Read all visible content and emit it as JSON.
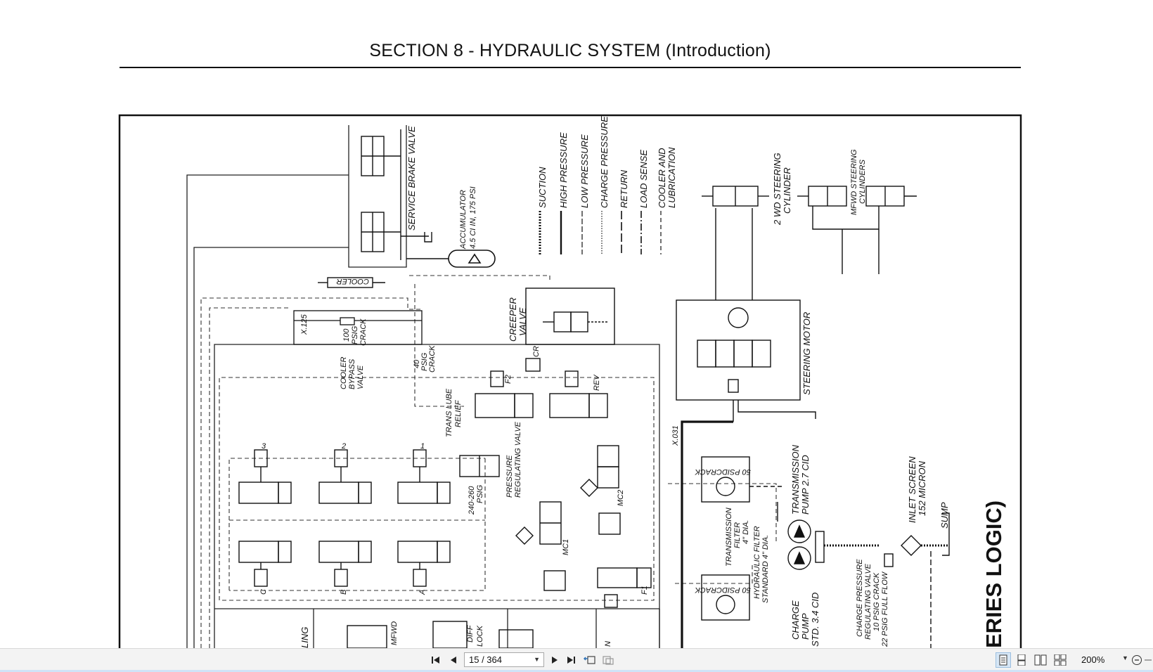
{
  "document": {
    "title": "SECTION 8 - HYDRAULIC SYSTEM (Introduction)",
    "rotated_caption": "ERIES LOGIC)"
  },
  "schematic": {
    "legend": [
      "SUCTION",
      "HIGH PRESSURE",
      "LOW PRESSURE",
      "CHARGE PRESSURE",
      "RETURN",
      "LOAD SENSE",
      "COOLER AND",
      "LUBRICATION"
    ],
    "labels": {
      "service_brake_valve": "SERVICE BRAKE VALVE",
      "accumulator_1": "ACCUMULATOR",
      "accumulator_2": "4.5 CI IN, 175 PSI",
      "cooler": "COOLER",
      "cooler_bypass_1": "COOLER",
      "cooler_bypass_2": "BYPASS",
      "cooler_bypass_3": "VALVE",
      "psig_100_a": "100",
      "psig_100_b": "PSIG",
      "psig_100_c": "CRACK",
      "x125": "X.125",
      "creeper_1": "CREEPER",
      "creeper_2": "VALVE",
      "cr": "CR",
      "trans_lube_1": "TRANS LUBE",
      "trans_lube_2": "RELIEF",
      "psig40_a": "40",
      "psig40_b": "PSIG",
      "psig40_c": "CRACK",
      "f2": "F2",
      "rev": "REV",
      "x031": "X.031",
      "pressure_reg_1": "PRESSURE",
      "pressure_reg_2": "REGULATING VALVE",
      "psig240_1": "240-260",
      "psig240_2": "PSIG",
      "mc2": "MC2",
      "mc1": "MC1",
      "f1": "F1",
      "sol_3": "3",
      "sol_2": "2",
      "sol_1": "1",
      "sol_c": "C",
      "sol_b": "B",
      "sol_a": "A",
      "steering_2wd_1": "2 WD STEERING",
      "steering_2wd_2": "CYLINDER",
      "steering_mfwd_1": "MFWD STEERING",
      "steering_mfwd_2": "CYLINDERS",
      "steering_motor": "STEERING MOTOR",
      "psid50_a": "50 PSIDCRACK",
      "psid50_b": "50 PSIDCRACK",
      "trans_filter_1": "TRANSMISSION",
      "trans_filter_2": "FILTER",
      "trans_filter_3": "4\" DIA.",
      "hyd_filter_1": "HYDRAULIC FILTER",
      "hyd_filter_2": "STANDARD 4\" DIA.",
      "trans_pump_1": "TRANSMISSION",
      "trans_pump_2": "PUMP  2.7 CID",
      "charge_pump_1": "CHARGE",
      "charge_pump_2": "PUMP",
      "charge_pump_3": "STD. 3.4 CID",
      "charge_reg_1": "CHARGE PRESSURE",
      "charge_reg_2": "REGULATING VALVE",
      "charge_reg_3": "10 PSIG CRACK",
      "charge_reg_4": "22 PSIG FULL FLOW",
      "inlet_1": "INLET SCREEN",
      "inlet_2": "152 MICRON",
      "sump": "SUMP",
      "bottom_mfwd": "MFWD",
      "bottom_diff": "DIFF",
      "bottom_lock": "LOCK",
      "bottom_ling": "LING",
      "bottom_n": "N"
    }
  },
  "toolbar": {
    "page_value": "15 / 364",
    "zoom": "200%",
    "icons": [
      "first-page-icon",
      "prev-page-icon",
      "next-page-icon",
      "last-page-icon",
      "previous-view-icon",
      "next-view-icon",
      "single-page-view-icon",
      "continuous-view-icon",
      "facing-view-icon",
      "continuous-facing-view-icon",
      "zoom-out-icon"
    ]
  }
}
